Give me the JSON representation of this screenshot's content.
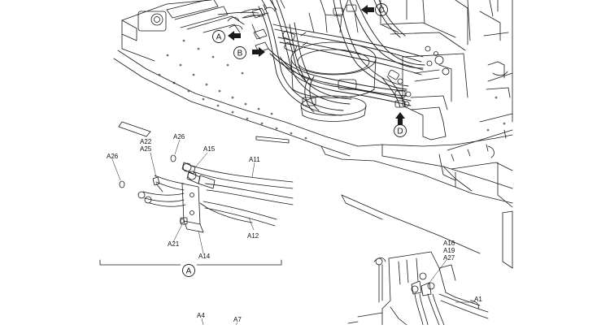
{
  "diagram": {
    "callouts": {
      "a": "A",
      "b": "B",
      "c": "C",
      "d": "D"
    },
    "parts": {
      "a26_top": "A26",
      "a22": "A22",
      "a25": "A25",
      "a15": "A15",
      "a11": "A11",
      "a26_left": "A26",
      "a12": "A12",
      "a21": "A21",
      "a14": "A14",
      "a16": "A16",
      "a19": "A19",
      "a27": "A27",
      "a1": "A1",
      "a4": "A4",
      "a7": "A7"
    },
    "detail_caption": "A"
  },
  "colors": {
    "line": "#1a1a1a",
    "background": "#ffffff"
  }
}
